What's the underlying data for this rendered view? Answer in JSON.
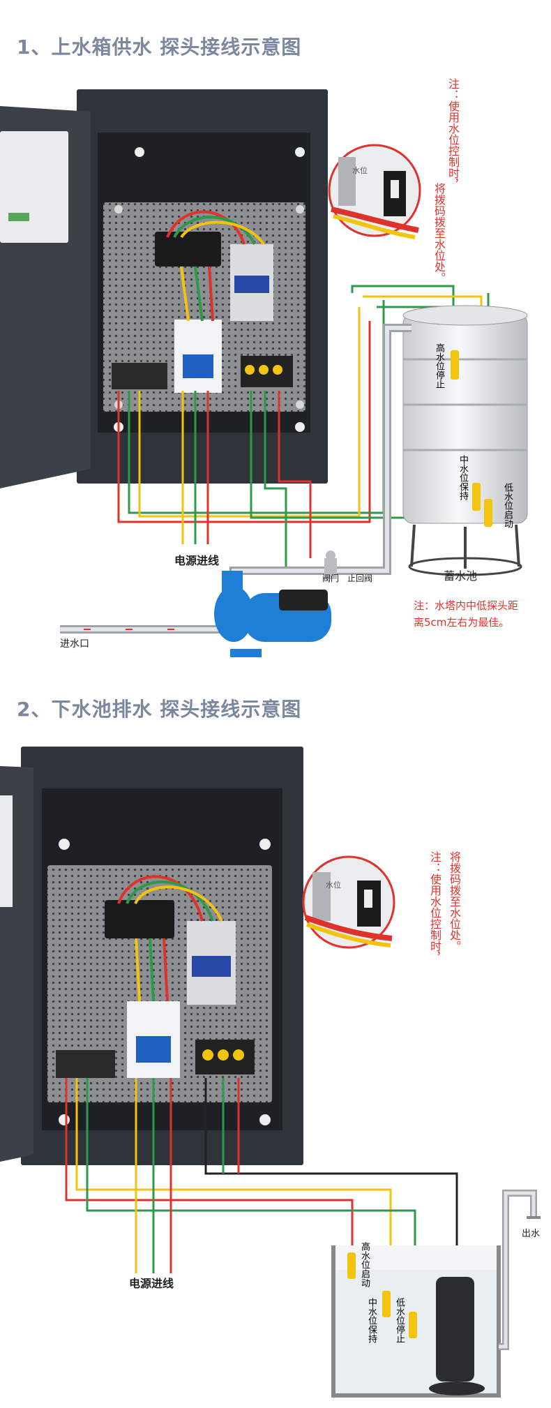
{
  "section1": {
    "title": "1、上水箱供水 探头接线示意图",
    "switch_label": "水位",
    "note_vertical_a": "注：使用水位控制时，",
    "note_vertical_b": "将拨码拨至水位处。",
    "high_label": "高水位停止",
    "mid_label": "中水位保持",
    "low_label": "低水位启动",
    "tank_label": "蓄水池",
    "power_label": "电源进线",
    "valve_label": "阀门",
    "check_valve_label": "止回阀",
    "inlet_label": "进水口",
    "note_bottom_1": "注：水塔内中低探头距",
    "note_bottom_2": "离5cm左右为最佳。"
  },
  "section2": {
    "title": "2、下水池排水 探头接线示意图",
    "switch_label": "水位",
    "note_vertical_a": "注：使用水位控制时，",
    "note_vertical_b": "将拨码拨至水位处。",
    "high_label": "高水位启动",
    "mid_label": "中水位保持",
    "low_label": "低水位停止",
    "power_label": "电源进线",
    "outlet_label": "出水"
  },
  "colors": {
    "title": "#7b879f",
    "note_red": "#e0322c",
    "wire_red": "#e0322c",
    "wire_green": "#2c9a4a",
    "wire_yellow": "#f2c40f",
    "cabinet": "#3a3f46",
    "pump_blue": "#1f7fd6"
  }
}
